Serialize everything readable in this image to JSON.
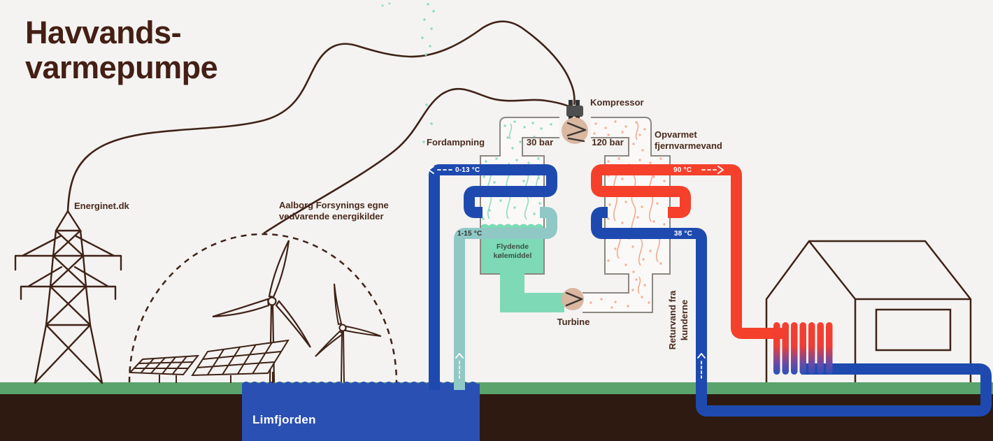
{
  "title": {
    "line1": "Havvands-",
    "line2": "varmepumpe"
  },
  "sources": {
    "grid_label": "Energinet.dk",
    "renewables_line1": "Aalborg Forsynings egne",
    "renewables_line2": "vedvarende energikilder"
  },
  "heat_pump": {
    "compressor_label": "Kompressor",
    "evaporation_label": "Fordampning",
    "low_pressure": "30 bar",
    "high_pressure": "120 bar",
    "output_line1": "Opvarmet",
    "output_line2": "fjernvarmevand",
    "refrigerant_line1": "Flydende",
    "refrigerant_line2": "kølemiddel",
    "turbine_label": "Turbine"
  },
  "flows": {
    "seawater_in": "0-13 °C",
    "seawater_out": "1-15 °C",
    "district_supply": "90 °C",
    "district_return": "38 °C",
    "return_line1": "Returvand fra",
    "return_line2": "kunderne"
  },
  "water_body": {
    "name": "Limfjorden"
  },
  "icons": {
    "compressor_symbol": "chevron-right",
    "turbine_symbol": "chevron-right",
    "power_plug": "plug",
    "flow_arrows": "dashed-arrow"
  },
  "colors": {
    "background": "#f4f3f1",
    "ink": "#3f2217",
    "ink_soft": "#4a2a1d",
    "pipe_blue": "#1e4ab0",
    "pipe_red": "#f5402c",
    "pipe_teal": "#90c8c6",
    "refrigerant": "#7edab6",
    "water": "#2b50b4",
    "grass": "#5ba36d",
    "soil": "#2e1a10",
    "tan": "#d9b7a1",
    "vapor_teal": "#8fdcc0",
    "vapor_orange": "#f4a98f",
    "outline": "#8b8781"
  }
}
